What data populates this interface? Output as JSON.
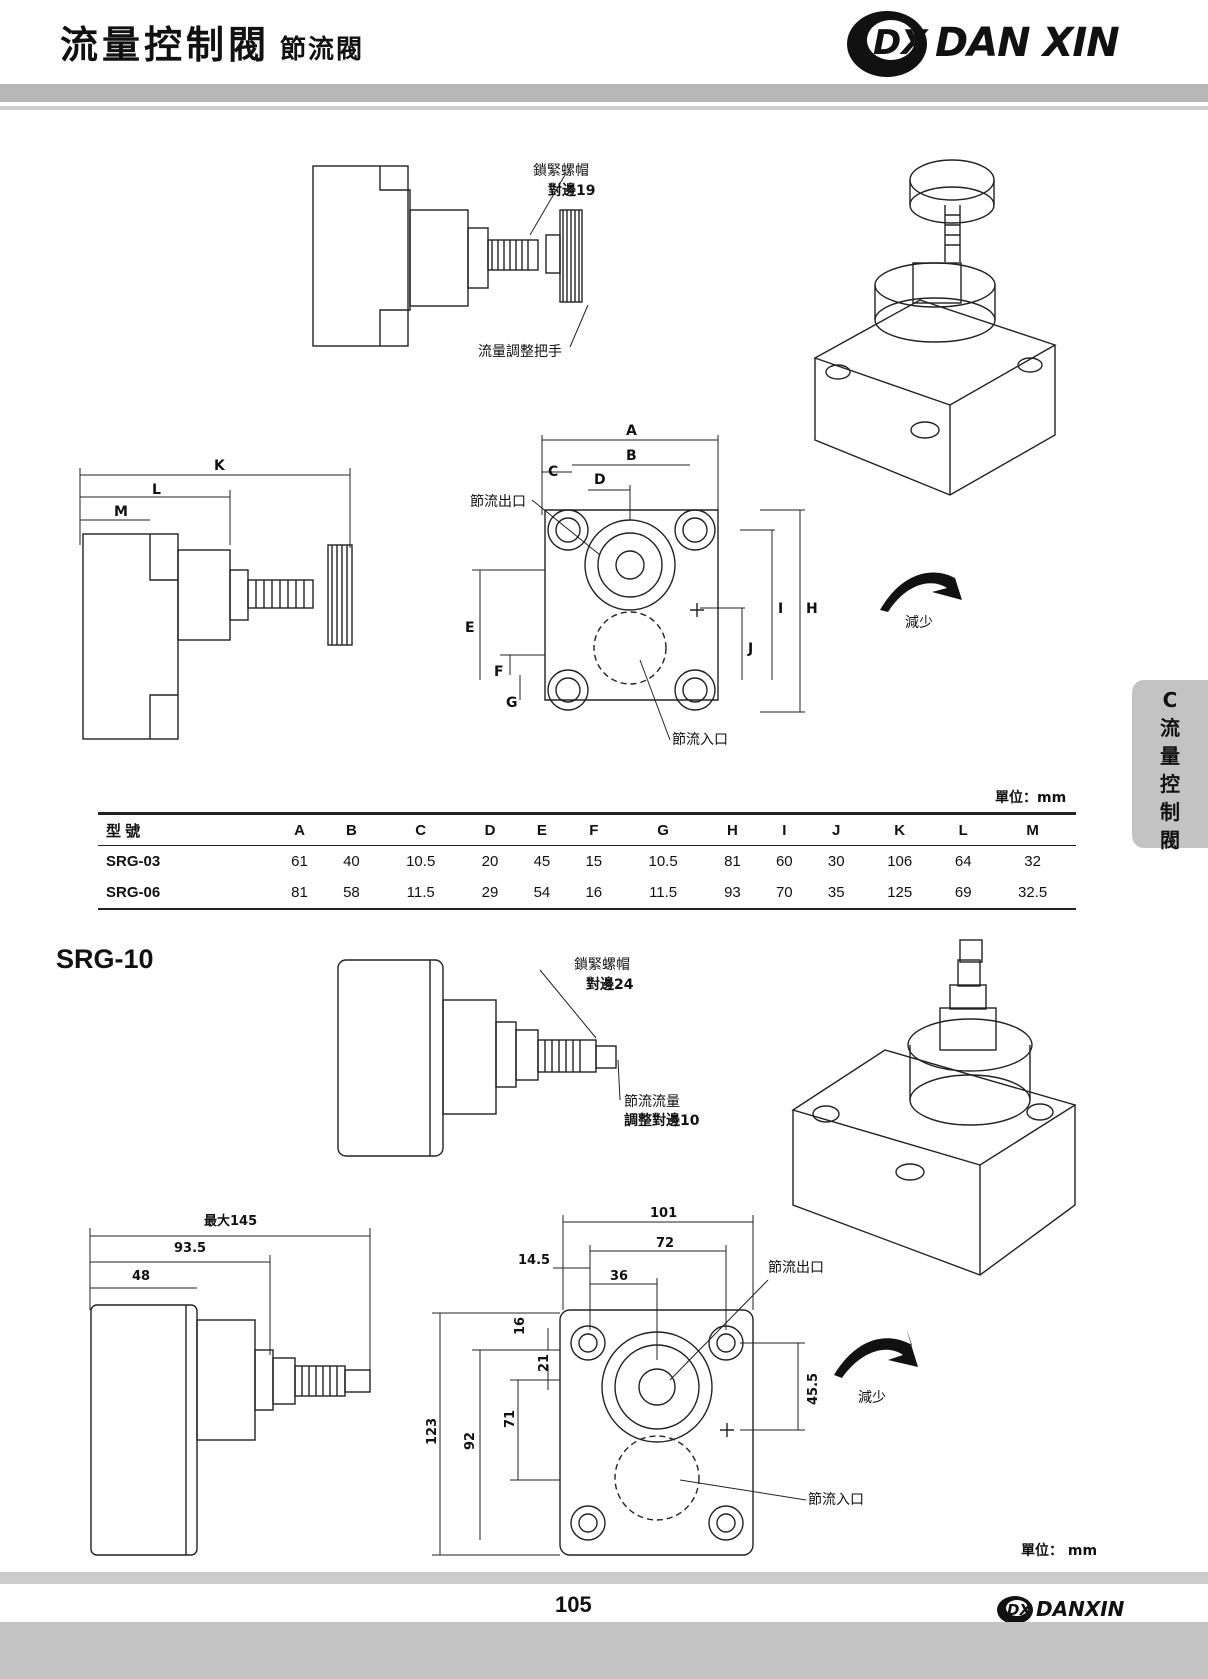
{
  "header": {
    "title": "流量控制閥",
    "subtitle": "節流閥",
    "brand_logo_text": "DX",
    "brand": "DAN XIN"
  },
  "side_tab": {
    "letter": "C",
    "chars": [
      "流",
      "量",
      "控",
      "制",
      "閥"
    ]
  },
  "srg_small": {
    "lock_nut": "鎖緊螺帽",
    "hex_size": "對邊19",
    "handle": "流量調整把手",
    "outlet": "節流出口",
    "inlet": "節流入口",
    "decrease": "減少",
    "dims": [
      "A",
      "B",
      "C",
      "D",
      "E",
      "F",
      "G",
      "H",
      "I",
      "J",
      "K",
      "L",
      "M"
    ],
    "unit": "單位：mm"
  },
  "spec_table": {
    "columns": [
      "型 號",
      "A",
      "B",
      "C",
      "D",
      "E",
      "F",
      "G",
      "H",
      "I",
      "J",
      "K",
      "L",
      "M"
    ],
    "rows": [
      [
        "SRG-03",
        "61",
        "40",
        "10.5",
        "20",
        "45",
        "15",
        "10.5",
        "81",
        "60",
        "30",
        "106",
        "64",
        "32"
      ],
      [
        "SRG-06",
        "81",
        "58",
        "11.5",
        "29",
        "54",
        "16",
        "11.5",
        "93",
        "70",
        "35",
        "125",
        "69",
        "32.5"
      ]
    ]
  },
  "srg10": {
    "title": "SRG-10",
    "lock_nut": "鎖緊螺帽",
    "hex_size": "對邊24",
    "flow_adjust_1": "節流流量",
    "flow_adjust_2": "調整對邊10",
    "outlet": "節流出口",
    "inlet": "節流入口",
    "decrease": "減少",
    "side_dims": {
      "max": "最大145",
      "d1": "93.5",
      "d2": "48"
    },
    "front_dims": {
      "w": "101",
      "b": "72",
      "c": "14.5",
      "d": "36",
      "e": "16",
      "f": "21",
      "g": "71",
      "h": "92",
      "i": "123",
      "j": "45.5"
    },
    "unit": "單位： mm"
  },
  "footer": {
    "page_number": "105",
    "brand_logo_text": "DX",
    "brand": "DANXIN"
  }
}
